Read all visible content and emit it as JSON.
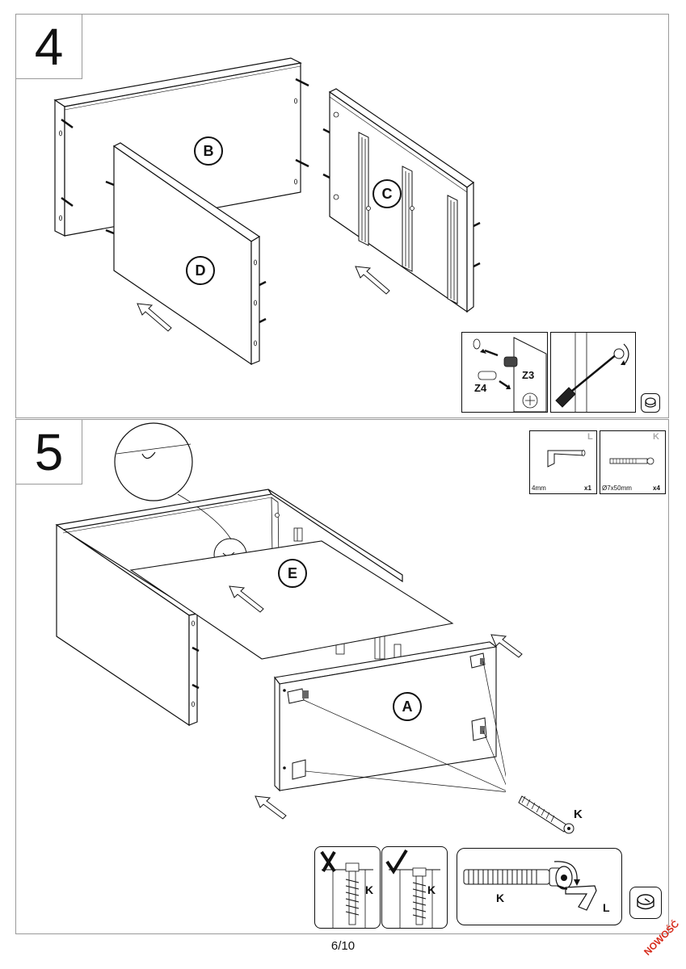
{
  "step4": {
    "number": "4",
    "parts": {
      "b": "B",
      "c": "C",
      "d": "D"
    },
    "detail": {
      "z3": "Z3",
      "z4": "Z4"
    }
  },
  "step5": {
    "number": "5",
    "parts": {
      "e": "E",
      "a": "A",
      "k": "K"
    },
    "hardware": [
      {
        "letter": "L",
        "size": "4mm",
        "qty": "x1"
      },
      {
        "letter": "K",
        "size": "Ø7x50mm",
        "qty": "x4"
      }
    ],
    "detail": {
      "k1": "K",
      "k2": "K",
      "k3": "K",
      "l": "L"
    }
  },
  "page_number": "6/10",
  "badge": "NOWOŚĆ"
}
